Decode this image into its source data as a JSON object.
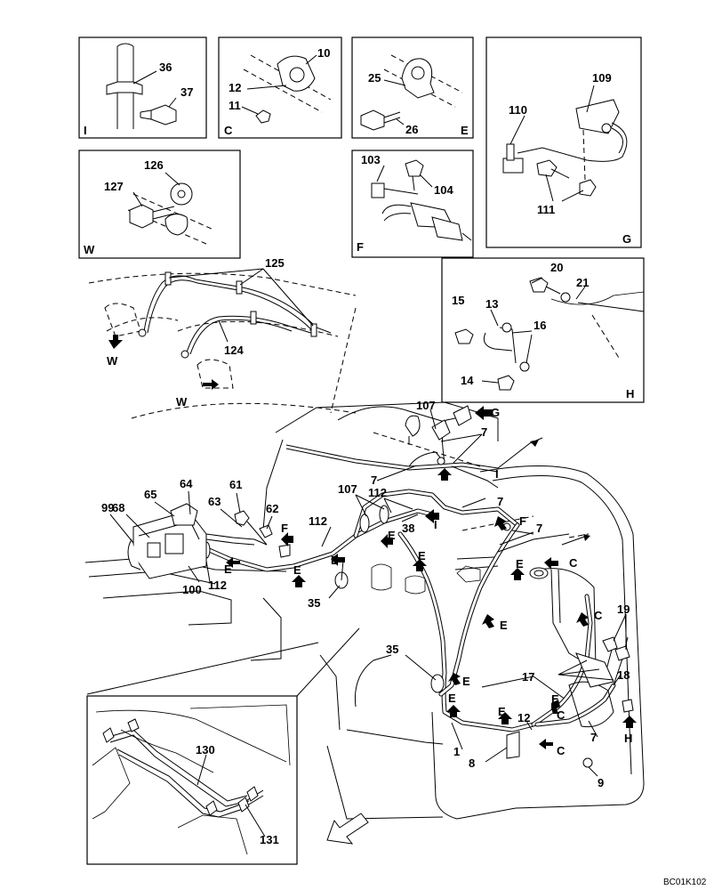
{
  "drawing_code": "BC01K102",
  "detail_views": [
    {
      "id": "view-i",
      "letter": "I",
      "parts": [
        "36",
        "37"
      ]
    },
    {
      "id": "view-c",
      "letter": "C",
      "parts": [
        "10",
        "12",
        "11"
      ]
    },
    {
      "id": "view-e",
      "letter": "E",
      "parts": [
        "25",
        "26"
      ]
    },
    {
      "id": "view-g",
      "letter": "G",
      "parts": [
        "109",
        "110",
        "111"
      ]
    },
    {
      "id": "view-w",
      "letter": "W",
      "parts": [
        "126",
        "127"
      ]
    },
    {
      "id": "view-f",
      "letter": "F",
      "parts": [
        "103",
        "104"
      ]
    },
    {
      "id": "view-h",
      "letter": "H",
      "parts": [
        "20",
        "21",
        "15",
        "13",
        "16",
        "14"
      ]
    }
  ],
  "main_labels": [
    "125",
    "124",
    "107",
    "99",
    "65",
    "68",
    "64",
    "63",
    "61",
    "62",
    "107",
    "112",
    "112",
    "38",
    "7",
    "7",
    "7",
    "7",
    "100",
    "112",
    "35",
    "35",
    "19",
    "17",
    "18",
    "12",
    "1",
    "8",
    "7",
    "9",
    "130",
    "131"
  ],
  "arrow_labels": [
    "W",
    "W",
    "G",
    "I",
    "I",
    "F",
    "F",
    "E",
    "E",
    "E",
    "E",
    "E",
    "E",
    "E",
    "E",
    "E",
    "E",
    "E",
    "C",
    "C",
    "C",
    "C",
    "H"
  ]
}
